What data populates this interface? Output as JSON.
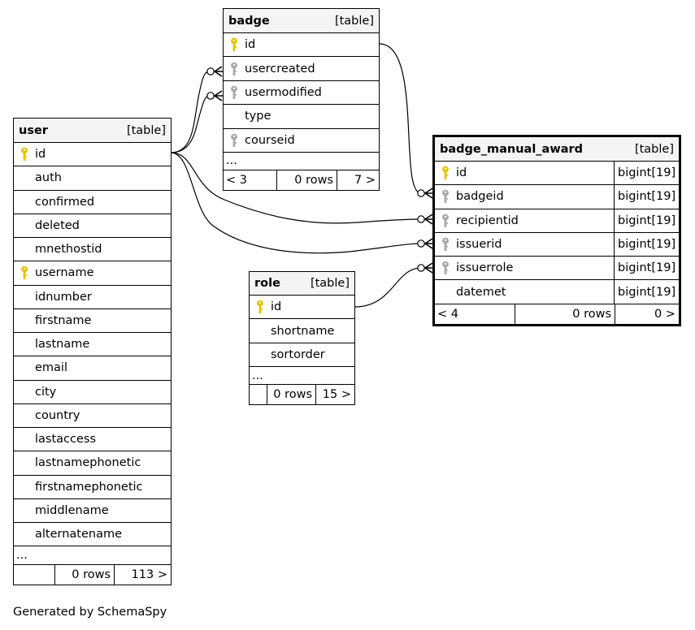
{
  "footer_text": "Generated by SchemaSpy",
  "tables": {
    "badge": {
      "name": "badge",
      "kind": "[table]",
      "columns": [
        {
          "name": "id",
          "key": "primary"
        },
        {
          "name": "usercreated",
          "key": "foreign"
        },
        {
          "name": "usermodified",
          "key": "foreign"
        },
        {
          "name": "type",
          "key": "none"
        },
        {
          "name": "courseid",
          "key": "foreign"
        }
      ],
      "ellipsis": "...",
      "footer": {
        "parents": "< 3",
        "rows": "0 rows",
        "children": "7 >"
      }
    },
    "user": {
      "name": "user",
      "kind": "[table]",
      "columns": [
        {
          "name": "id",
          "key": "primary"
        },
        {
          "name": "auth",
          "key": "none"
        },
        {
          "name": "confirmed",
          "key": "none"
        },
        {
          "name": "deleted",
          "key": "none"
        },
        {
          "name": "mnethostid",
          "key": "none"
        },
        {
          "name": "username",
          "key": "primary"
        },
        {
          "name": "idnumber",
          "key": "none"
        },
        {
          "name": "firstname",
          "key": "none"
        },
        {
          "name": "lastname",
          "key": "none"
        },
        {
          "name": "email",
          "key": "none"
        },
        {
          "name": "city",
          "key": "none"
        },
        {
          "name": "country",
          "key": "none"
        },
        {
          "name": "lastaccess",
          "key": "none"
        },
        {
          "name": "lastnamephonetic",
          "key": "none"
        },
        {
          "name": "firstnamephonetic",
          "key": "none"
        },
        {
          "name": "middlename",
          "key": "none"
        },
        {
          "name": "alternatename",
          "key": "none"
        }
      ],
      "ellipsis": "...",
      "footer": {
        "parents": "",
        "rows": "0 rows",
        "children": "113 >"
      }
    },
    "role": {
      "name": "role",
      "kind": "[table]",
      "columns": [
        {
          "name": "id",
          "key": "primary"
        },
        {
          "name": "shortname",
          "key": "none"
        },
        {
          "name": "sortorder",
          "key": "none"
        }
      ],
      "ellipsis": "...",
      "footer": {
        "parents": "",
        "rows": "0 rows",
        "children": "15 >"
      }
    },
    "badge_manual_award": {
      "name": "badge_manual_award",
      "kind": "[table]",
      "columns": [
        {
          "name": "id",
          "key": "primary",
          "type": "bigint[19]"
        },
        {
          "name": "badgeid",
          "key": "foreign",
          "type": "bigint[19]"
        },
        {
          "name": "recipientid",
          "key": "foreign",
          "type": "bigint[19]"
        },
        {
          "name": "issuerid",
          "key": "foreign",
          "type": "bigint[19]"
        },
        {
          "name": "issuerrole",
          "key": "foreign",
          "type": "bigint[19]"
        },
        {
          "name": "datemet",
          "key": "none",
          "type": "bigint[19]"
        }
      ],
      "footer": {
        "parents": "< 4",
        "rows": "0 rows",
        "children": "0 >"
      }
    }
  },
  "relationships": [
    {
      "from": "badge.usercreated",
      "to": "user.id"
    },
    {
      "from": "badge.usermodified",
      "to": "user.id"
    },
    {
      "from": "badge_manual_award.badgeid",
      "to": "badge.id"
    },
    {
      "from": "badge_manual_award.recipientid",
      "to": "user.id"
    },
    {
      "from": "badge_manual_award.issuerid",
      "to": "user.id"
    },
    {
      "from": "badge_manual_award.issuerrole",
      "to": "role.id"
    }
  ],
  "colors": {
    "primary_key": "#e6c300",
    "foreign_key": "#a8a8a8",
    "header_bg": "#f4f4f4"
  }
}
